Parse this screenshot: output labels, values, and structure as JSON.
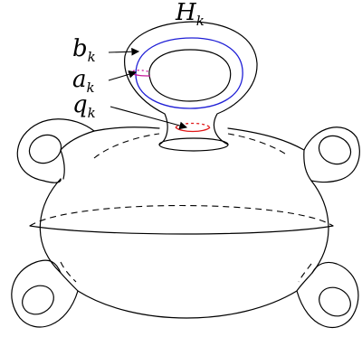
{
  "labels": {
    "handle": {
      "base": "H",
      "sub": "k"
    },
    "b_curve": {
      "base": "b",
      "sub": "k"
    },
    "a_curve": {
      "base": "a",
      "sub": "k"
    },
    "q_curve": {
      "base": "q",
      "sub": "k"
    }
  },
  "colors": {
    "outline": "#000000",
    "b_curve": "#1f1fd6",
    "a_curve": "#c8189a",
    "q_curve": "#e01818"
  }
}
